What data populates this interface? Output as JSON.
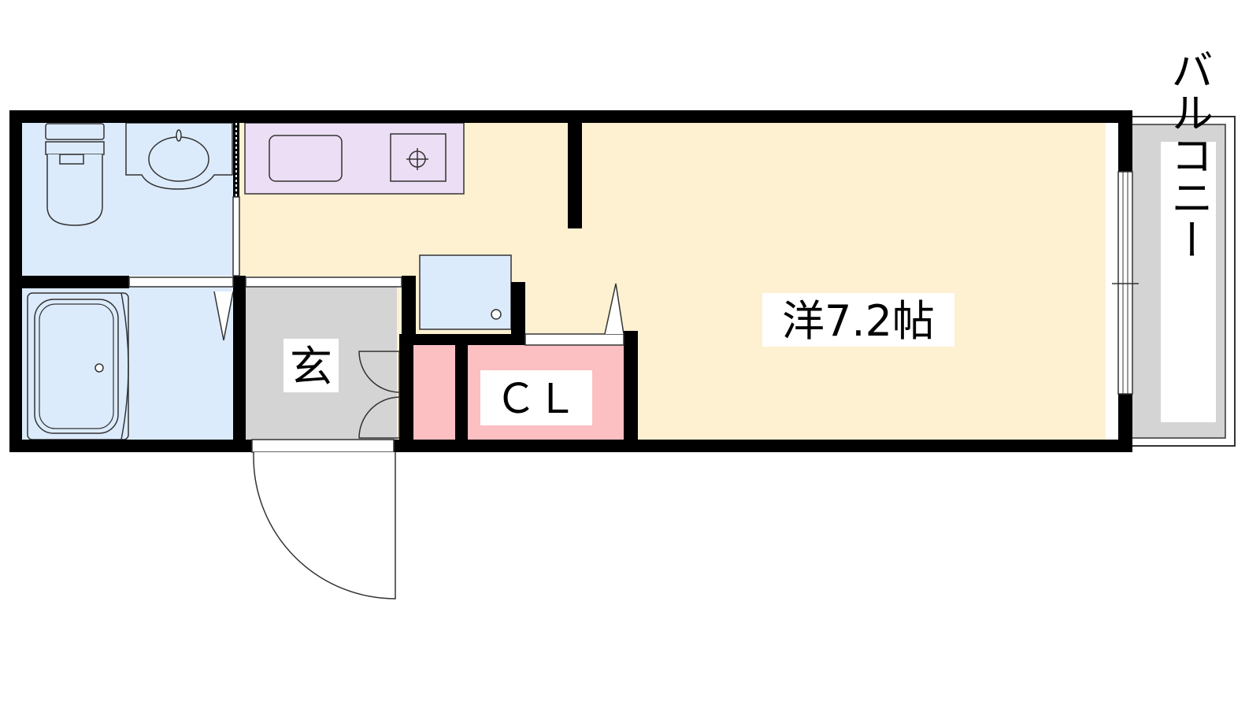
{
  "rooms": {
    "western": {
      "label": "洋7.2帖",
      "fill": "#fdf1d2"
    },
    "entrance": {
      "label": "玄",
      "fill": "#d4d4d4"
    },
    "closet": {
      "label": "ＣＬ",
      "fill": "#fcbfc2"
    },
    "balcony": {
      "label": "バルコニー",
      "fill": "#d4d4d4"
    },
    "bath": {
      "fill": "#dcebfc"
    },
    "toilet": {
      "fill": "#dcebfc"
    },
    "kitchen": {
      "fill": "#ecdef4"
    }
  },
  "colors": {
    "wall": "#000000",
    "line": "#333333",
    "white": "#ffffff"
  }
}
